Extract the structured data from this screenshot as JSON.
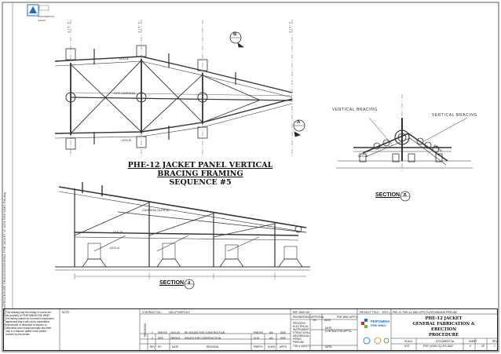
{
  "drawing": {
    "side_path": "FILE: D:\\Tenders\\PROCEDURE DRAWING\\GENERAL PHE JACKET 12 NEW PHE WMO FM.dwg",
    "logo_sub1": "ENGINEERING",
    "logo_sub2": "CHECK",
    "main_title_line1": "PHE-12 JACKET PANEL VERTICAL BRACING FRAMING",
    "main_title_line2": "SEQUENCE #5",
    "callout_b": "B",
    "callout_a": "A",
    "section_b_label": "SECTION",
    "section_b_letter": "B",
    "section_a_label": "SECTION",
    "section_a_letter": "A",
    "plan_leg_a": "LEG A",
    "plan_leg_b": "LEG B",
    "plan_caisson": "LEG CAISSON",
    "vb_left": "VERTICAL BRACING",
    "vb_right": "VERTICAL BRACING",
    "sec_b_leg_b": "LEG-B",
    "sec_b_leg_a": "LEG-A",
    "sec_a_caisson": "CAISSON SLEEVE",
    "sec_a_leg_b": "LEG-B",
    "sec_a_leg_a": "LEG-A",
    "axis_top_1": "1 - 1 / 2",
    "axis_top_2": "1 - 1 / 2",
    "axis_top_3": "2 - 1 / 2"
  },
  "title_block": {
    "notes_text_1": "This drawing and the design it covers are",
    "notes_text_2": "the property of PERTAMINA PHE WMO",
    "notes_text_3": "It is merely loaned on borrower's expressed",
    "notes_text_4": "agreement that it will not be transmitted,",
    "notes_text_5": "reproduced or disclosed to anyone or",
    "notes_text_6": "otherwise used except promptly and then",
    "notes_text_7": "only in a manner stated in the written",
    "notes_text_8": "consent by the lender.",
    "note_label": "NOTE:",
    "contract_label": "CONTRACT NO. :",
    "contract_no": "002-LPTS/EPCI/17",
    "ref_label": "REF. DWG NO. :",
    "revisions_label": "REVISIONS",
    "rev_rows": [
      {
        "rev": "1",
        "by": "PHE/SS",
        "date": "03/11/15",
        "desc": "RE ISSUED FOR CONSTRUCTION",
        "prep": "PHE/SS",
        "chk": "AN",
        "appd": "SDR"
      },
      {
        "rev": "0",
        "by": "DRS",
        "date": "28/09/15",
        "desc": "ISSUED FOR CONSTRUCTION",
        "prep": "DCB",
        "chk": "AN",
        "appd": "SDR"
      }
    ],
    "rev_head_rev": "REV",
    "rev_head_by": "BY",
    "rev_head_date": "DATE",
    "rev_head_desc": "REVISION",
    "rev_head_prep": "PREP'D",
    "rev_head_chk": "CHK'D",
    "rev_head_appd": "APP'D",
    "eng_approval": "ENGINEERING APPROVAL",
    "phe_wmo_appvl": "PHE WMO APP'VL",
    "by_label": "BY",
    "date_label": "DATE",
    "disc_process": "PROCESS",
    "disc_electrical": "ELECTRICAL",
    "disc_instrument": "INSTRUMENT",
    "disc_structural": "STRUCTURAL",
    "disc_mechanical": "MECHANICAL",
    "disc_piping": "PIPING",
    "disc_pipeline": "PIPELINE",
    "disc_tsr": "TSR & SAFETY",
    "date_label2": "DATE:",
    "contractor_appvl": "CONTRACTOR APP'VL",
    "date_label3": "DATE:",
    "project_title_label": "PROJECT TITLE :",
    "project_title": "EPCI 1 - PHE-12, PHE-24, AND CPP2 PLATFORM AND PIPELINE",
    "pertamina": "PERTAMINA",
    "phe_wmo": "PHE WMO",
    "drawing_title_1": "PHE-12 JACKET",
    "drawing_title_2": "GENERAL FABRICATION & ERECTION",
    "drawing_title_3": "PROCEDURE",
    "scale_label": "SCALE",
    "scale_val": "NTS",
    "docno_label": "DOCUMENT No",
    "docno_val": "PHE-14005-CQ-UFS-0002",
    "sheet_label": "SHEET",
    "sheet_val": "6",
    "of_val": "OF",
    "rev_label": "REV",
    "rev_val": "1"
  }
}
